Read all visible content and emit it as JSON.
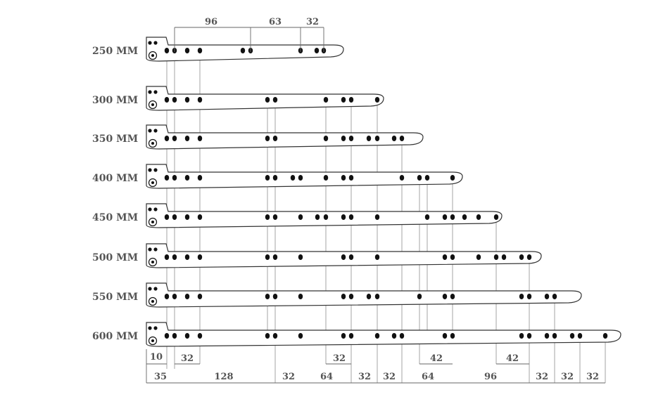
{
  "rail_lengths": [
    "250 MM",
    "300 MM",
    "350 MM",
    "400 MM",
    "450 MM",
    "500 MM",
    "550 MM",
    "600 MM"
  ],
  "top_dimensions": [
    "96",
    "63",
    "32"
  ],
  "bottom_dimensions_row1": [
    "10",
    "32",
    "32",
    "42",
    "42"
  ],
  "bottom_dimensions_row2": [
    "35",
    "128",
    "32",
    "64",
    "32",
    "32",
    "64",
    "96",
    "32",
    "32",
    "32"
  ],
  "colors": {
    "ink": "#333333",
    "guide": "#9a9a9a",
    "label": "#555555"
  }
}
